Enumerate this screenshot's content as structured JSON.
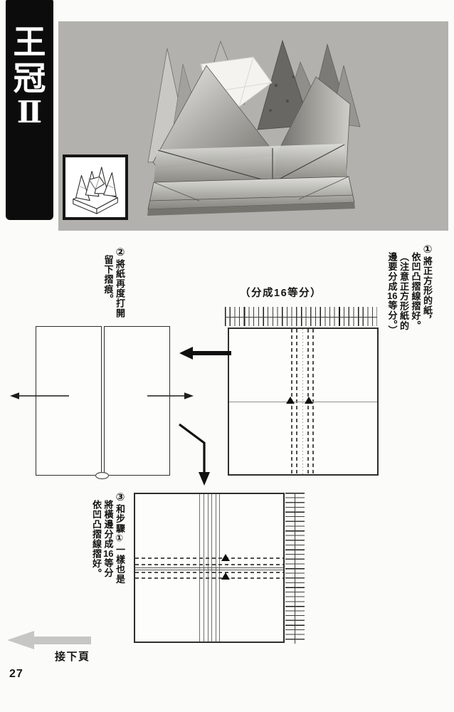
{
  "header": {
    "title": "王冠Ⅱ",
    "title_chars": [
      "王",
      "冠",
      "Ⅱ"
    ]
  },
  "steps": {
    "step1": {
      "marker": "①",
      "line1": "將正方形的紙，",
      "line2": "依凹凸摺線摺好。",
      "line3": "（注意正方形紙的",
      "line4_pre": "邊要分成",
      "line4_num": "16",
      "line4_post": "等分。）"
    },
    "step2": {
      "marker": "②",
      "line1": "將紙再度打開",
      "line2": "留下摺痕。"
    },
    "step3": {
      "marker": "③",
      "line1": "和步驟①一樣也是",
      "line2_pre": "將橫邊分成",
      "line2_num": "16",
      "line2_post": "等分",
      "line3": "依凹凸摺線摺好。"
    }
  },
  "labels": {
    "divide16": "（分成16等分）",
    "continue_next": "接下頁",
    "page_number": "27"
  }
}
